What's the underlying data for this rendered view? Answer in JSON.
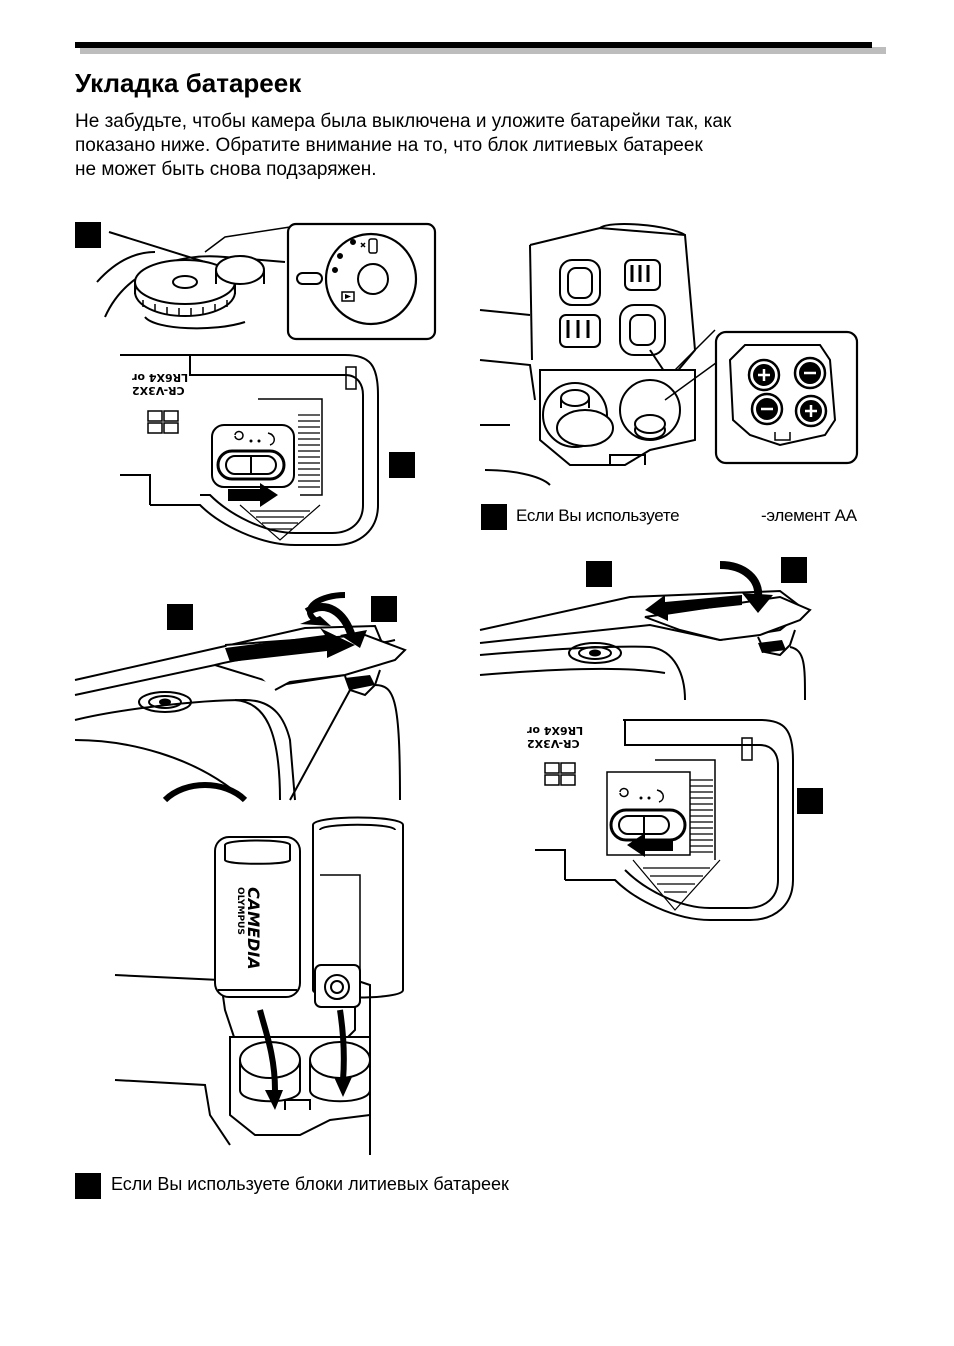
{
  "page": {
    "title": "Укладка батареек",
    "intro_lines": [
      "Не забудьте, чтобы камера была выключена и уложите батарейки так, как",
      "показано ниже. Обратите внимание на то, что блок литиевых батареек",
      "не может быть снова подзаряжен."
    ]
  },
  "captions": {
    "aa": "Если Вы используете",
    "aa_suffix": "-элемент AA",
    "lithium": "Если Вы используете блоки литиевых батареек"
  },
  "figure_labels": {
    "battery_types": "CR-V3X2\nLR6X4 or",
    "brand_name": "OLYMPUS",
    "brand_product": "CAMEDIA"
  }
}
